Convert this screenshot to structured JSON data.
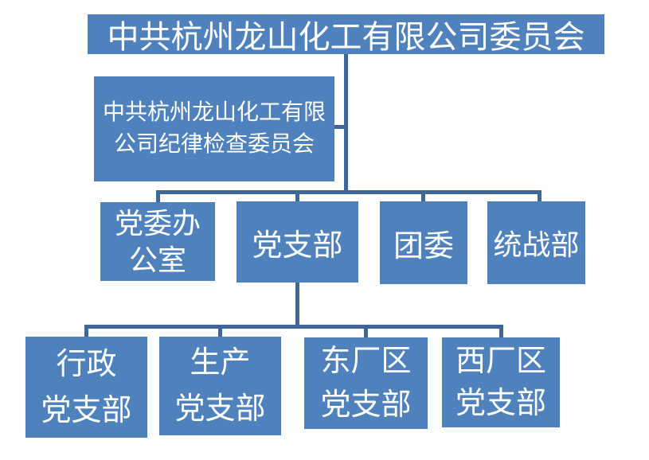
{
  "org_chart": {
    "root": {
      "label": "中共杭州龙山化工有限公司委员会"
    },
    "assistant": {
      "label": "中共杭州龙山化工有限公司纪律检查委员会",
      "lines": [
        "中共杭州龙山化工有限",
        "公司纪律检查委员会"
      ]
    },
    "level3": [
      {
        "label": "党委办公室",
        "lines": [
          "党委办",
          "公室"
        ]
      },
      {
        "label": "党支部",
        "lines": [
          "党支部"
        ]
      },
      {
        "label": "团委",
        "lines": [
          "团委"
        ]
      },
      {
        "label": "统战部",
        "lines": [
          "统战部"
        ]
      }
    ],
    "level4": [
      {
        "label": "行政党支部",
        "lines": [
          "行政",
          "党支部"
        ]
      },
      {
        "label": "生产党支部",
        "lines": [
          "生产",
          "党支部"
        ]
      },
      {
        "label": "东厂区党支部",
        "lines": [
          "东厂区",
          "党支部"
        ]
      },
      {
        "label": "西厂区党支部",
        "lines": [
          "西厂区",
          "党支部"
        ]
      }
    ]
  },
  "colors": {
    "box_fill": "#4F81BD",
    "box_text": "#FFFFFF",
    "connector": "#3F6699",
    "background": "#FFFFFF"
  }
}
